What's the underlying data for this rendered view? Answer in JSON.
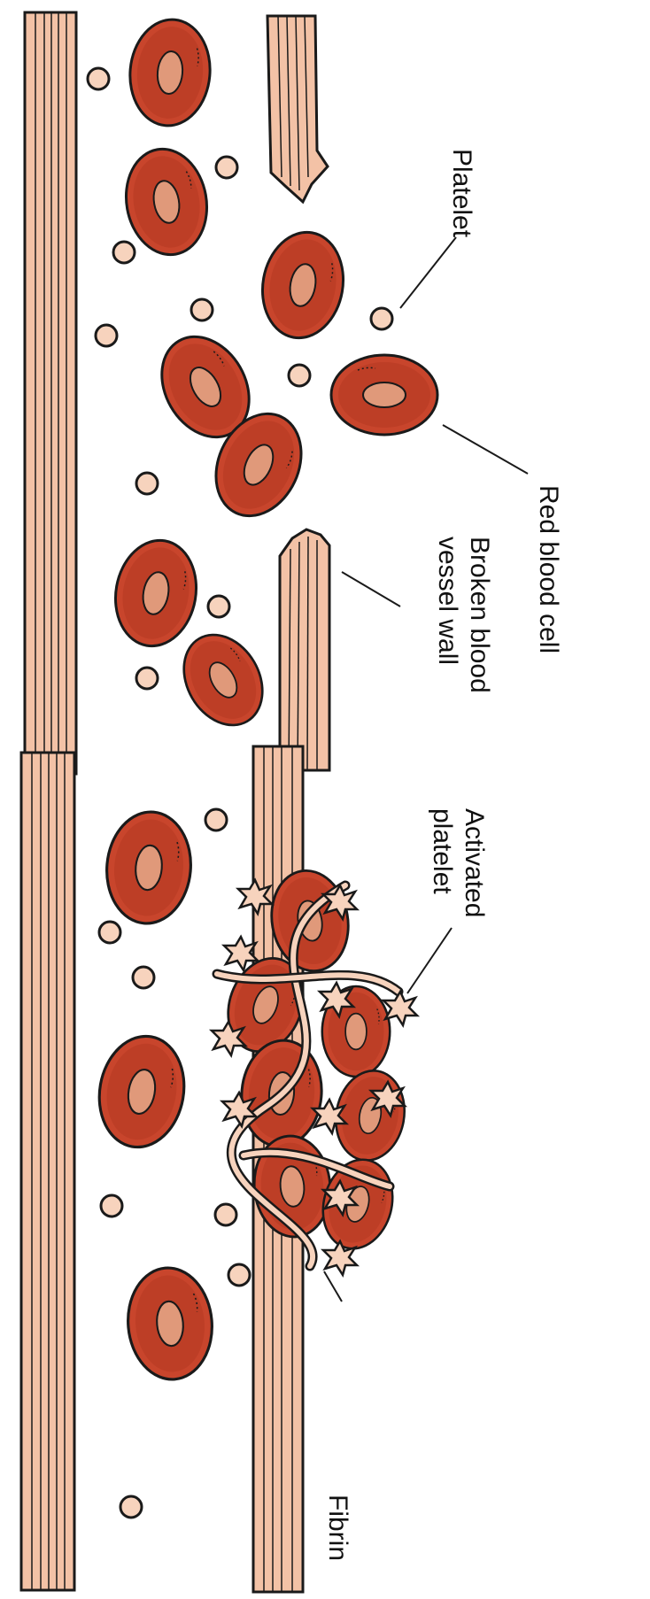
{
  "panel_top": {
    "labels": {
      "platelet": "Platelet",
      "red_blood_cell": "Red blood cell",
      "broken_wall_line1": "Broken blood",
      "broken_wall_line2": "vessel wall"
    }
  },
  "panel_bottom": {
    "labels": {
      "activated_line1": "Activated",
      "activated_line2": "platelet",
      "fibrin": "Fibrin"
    }
  },
  "colors": {
    "rbc_fill": "#c8452c",
    "rbc_rim": "#a8321c",
    "rbc_center": "#e0997a",
    "vessel_wall": "#f3c2a6",
    "outline": "#1a1a1a",
    "platelet_fill": "#f7d3bd"
  }
}
